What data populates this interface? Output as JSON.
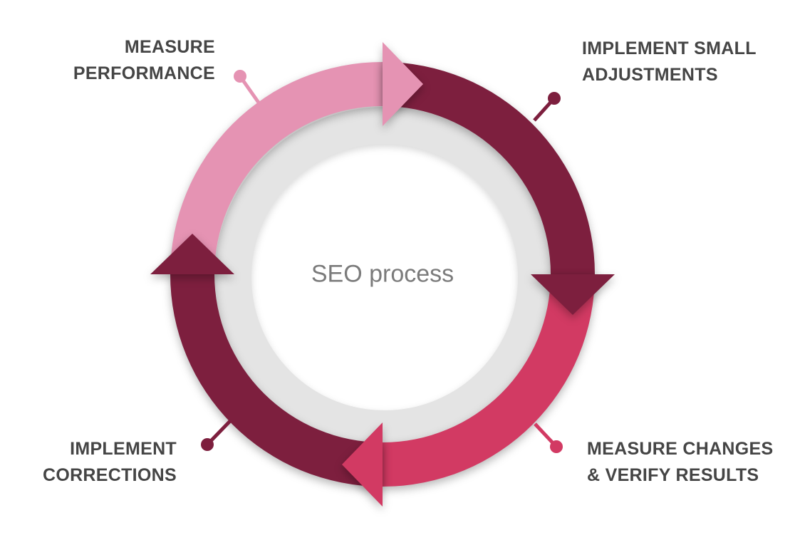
{
  "diagram": {
    "title": "SEO process",
    "type": "cycle",
    "direction": "clockwise",
    "steps": [
      {
        "order": 1,
        "label": "MEASURE\nPERFORMANCE",
        "position": "top-left",
        "color": "#E593B3"
      },
      {
        "order": 2,
        "label": "IMPLEMENT SMALL\nADJUSTMENTS",
        "position": "top-right",
        "color": "#7D1F3E"
      },
      {
        "order": 3,
        "label": "MEASURE CHANGES\n& VERIFY RESULTS",
        "position": "bottom-right",
        "color": "#D23A63"
      },
      {
        "order": 4,
        "label": "IMPLEMENT\nCORRECTIONS",
        "position": "bottom-left",
        "color": "#7D1F3E"
      }
    ],
    "colors": {
      "step1_pink": "#E593B3",
      "step2_maroon": "#7D1F3E",
      "step3_crimson": "#D23A63",
      "step4_maroon": "#7D1F3E",
      "ring_gray": "#E4E4E4",
      "label_text": "#454545",
      "center_text": "#7B7B7B",
      "background": "#FFFFFF"
    }
  }
}
